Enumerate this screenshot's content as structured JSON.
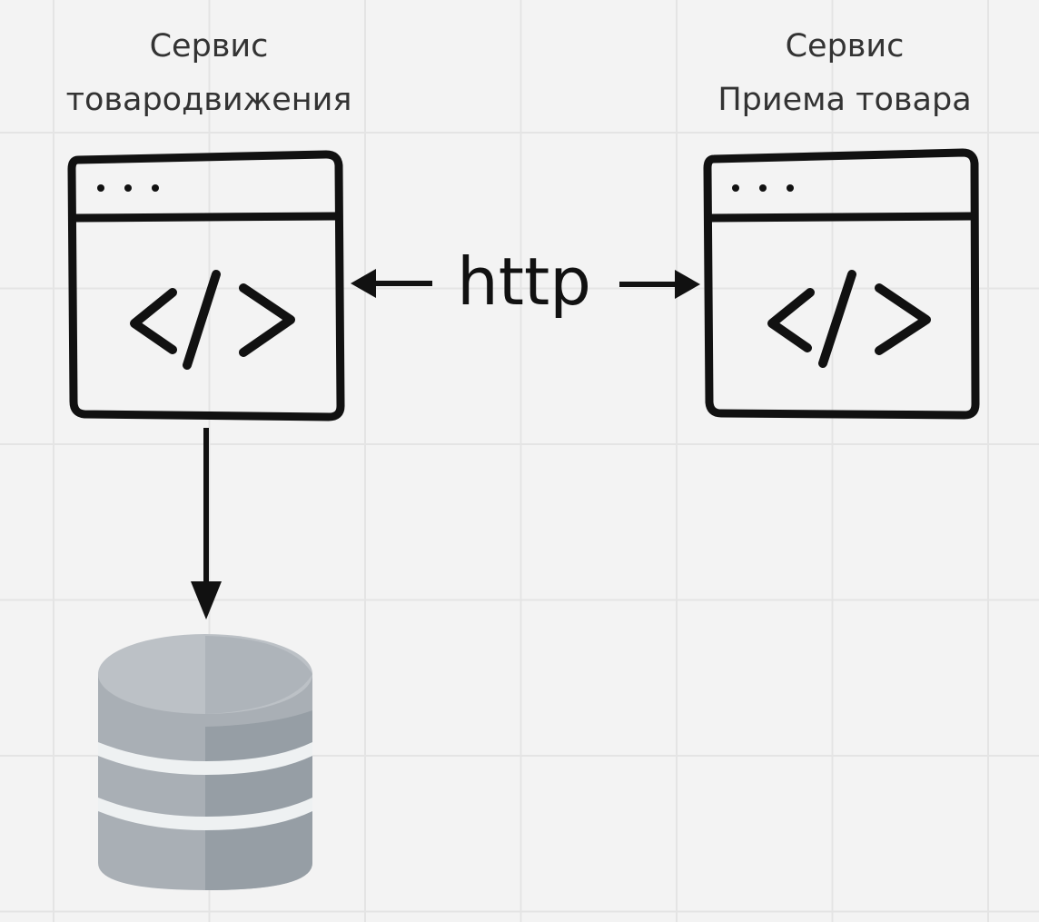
{
  "diagram": {
    "nodes": {
      "service_left": {
        "label_line1": "Сервис",
        "label_line2": "товародвижения",
        "icon": "code-window-icon"
      },
      "service_right": {
        "label_line1": "Сервис",
        "label_line2": "Приема товара",
        "icon": "code-window-icon"
      },
      "database": {
        "icon": "database-icon"
      }
    },
    "edges": [
      {
        "from": "service_left",
        "to": "service_right",
        "label": "http",
        "direction": "both"
      },
      {
        "from": "service_left",
        "to": "database",
        "label": "",
        "direction": "forward"
      }
    ],
    "colors": {
      "background": "#f3f3f3",
      "grid": "#e4e4e4",
      "stroke": "#111111",
      "label_text": "#333333",
      "db_body": "#a9afb5",
      "db_body_shade": "#8f979e",
      "db_stripe": "#eef1f2"
    }
  }
}
